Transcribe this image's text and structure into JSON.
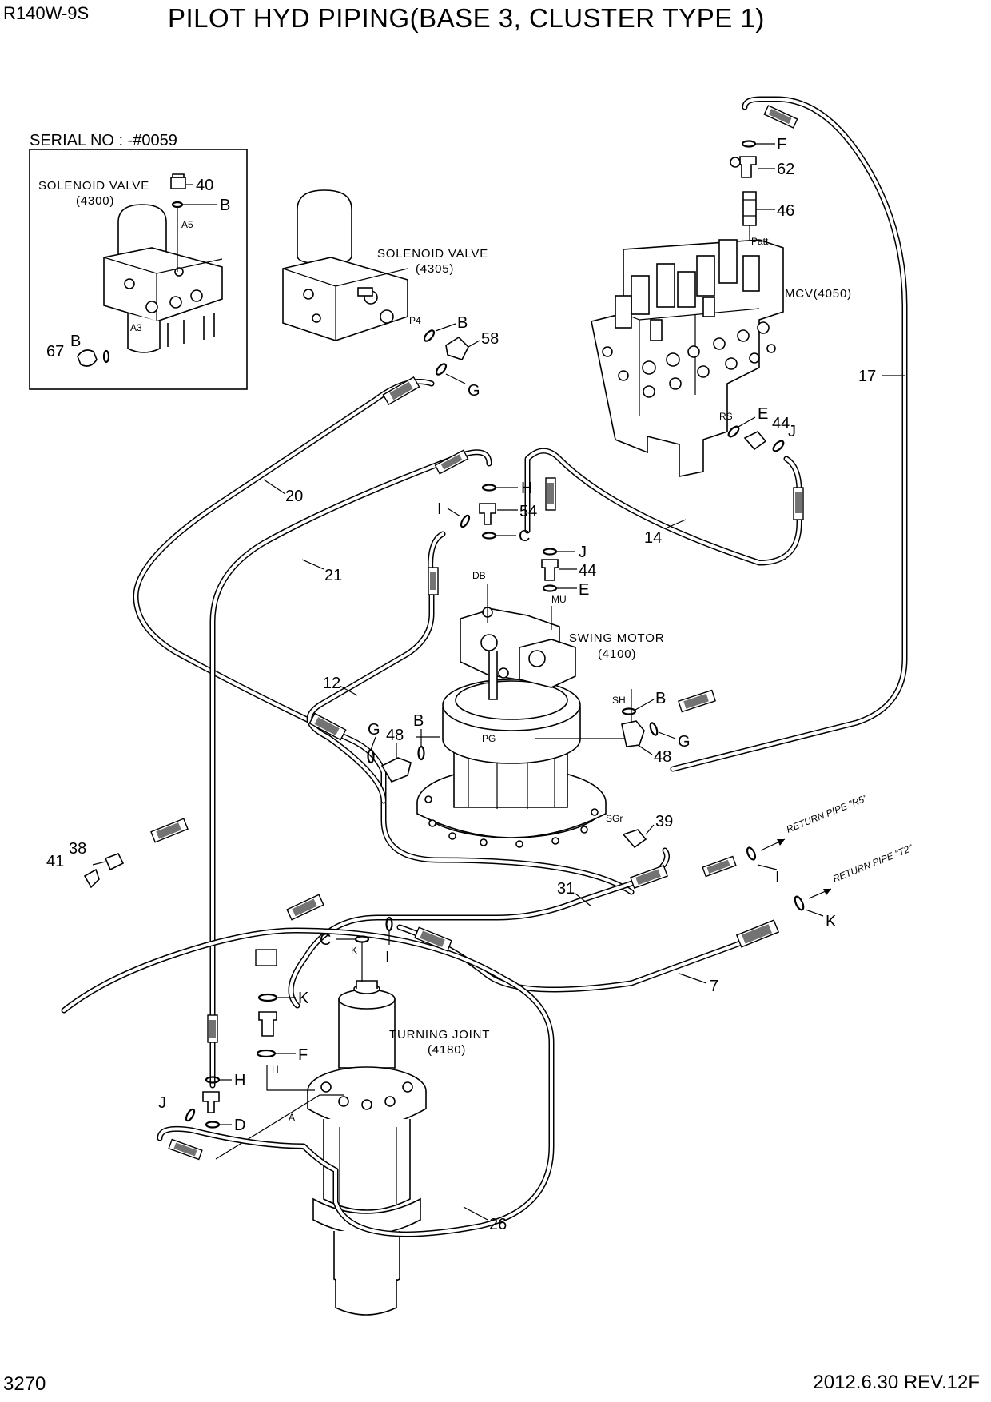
{
  "header": {
    "model": "R140W-9S",
    "title": "PILOT HYD PIPING(BASE 3, CLUSTER TYPE 1)"
  },
  "footer": {
    "page_number": "3270",
    "revision": "2012.6.30  REV.12F"
  },
  "serial_box": {
    "label": "SERIAL NO : -#0059"
  },
  "components": {
    "solenoid_4300": {
      "name": "SOLENOID VALVE",
      "code": "(4300)"
    },
    "solenoid_4305": {
      "name": "SOLENOID VALVE",
      "code": "(4305)"
    },
    "mcv": {
      "name": "MCV(4050)"
    },
    "swing_motor": {
      "name": "SWING MOTOR",
      "code": "(4100)"
    },
    "turning_joint": {
      "name": "TURNING JOINT",
      "code": "(4180)"
    }
  },
  "return_pipes": {
    "r5": "RETURN PIPE \"R5\"",
    "t2": "RETURN PIPE \"T2\""
  },
  "port_tags": {
    "a5": "A5",
    "a3": "A3",
    "p4": "P4",
    "patt": "Patt",
    "rs": "RS",
    "db": "DB",
    "mu": "MU",
    "sh": "SH",
    "pg": "PG",
    "sgr": "SGr",
    "k": "K",
    "h": "H",
    "a": "A"
  },
  "callouts": {
    "c40": "40",
    "bA": "B",
    "bB": "B",
    "c67": "67",
    "bC": "B",
    "c58": "58",
    "gA": "G",
    "fA": "F",
    "c62": "62",
    "c46": "46",
    "c17": "17",
    "eA": "E",
    "c44a": "44",
    "jA": "J",
    "c20": "20",
    "c21": "21",
    "c14": "14",
    "hA": "H",
    "iA": "I",
    "c54": "54",
    "cA": "C",
    "jB": "J",
    "c44b": "44",
    "eB": "E",
    "c12": "12",
    "gB": "G",
    "c48a": "48",
    "bD": "B",
    "bE": "B",
    "gC": "G",
    "c48b": "48",
    "c39": "39",
    "iB": "I",
    "kA": "K",
    "c38": "38",
    "c41": "41",
    "c31": "31",
    "c7": "7",
    "cB": "C",
    "iC": "I",
    "kB": "K",
    "fB": "F",
    "hB": "H",
    "jC": "J",
    "dA": "D",
    "c26": "26"
  }
}
